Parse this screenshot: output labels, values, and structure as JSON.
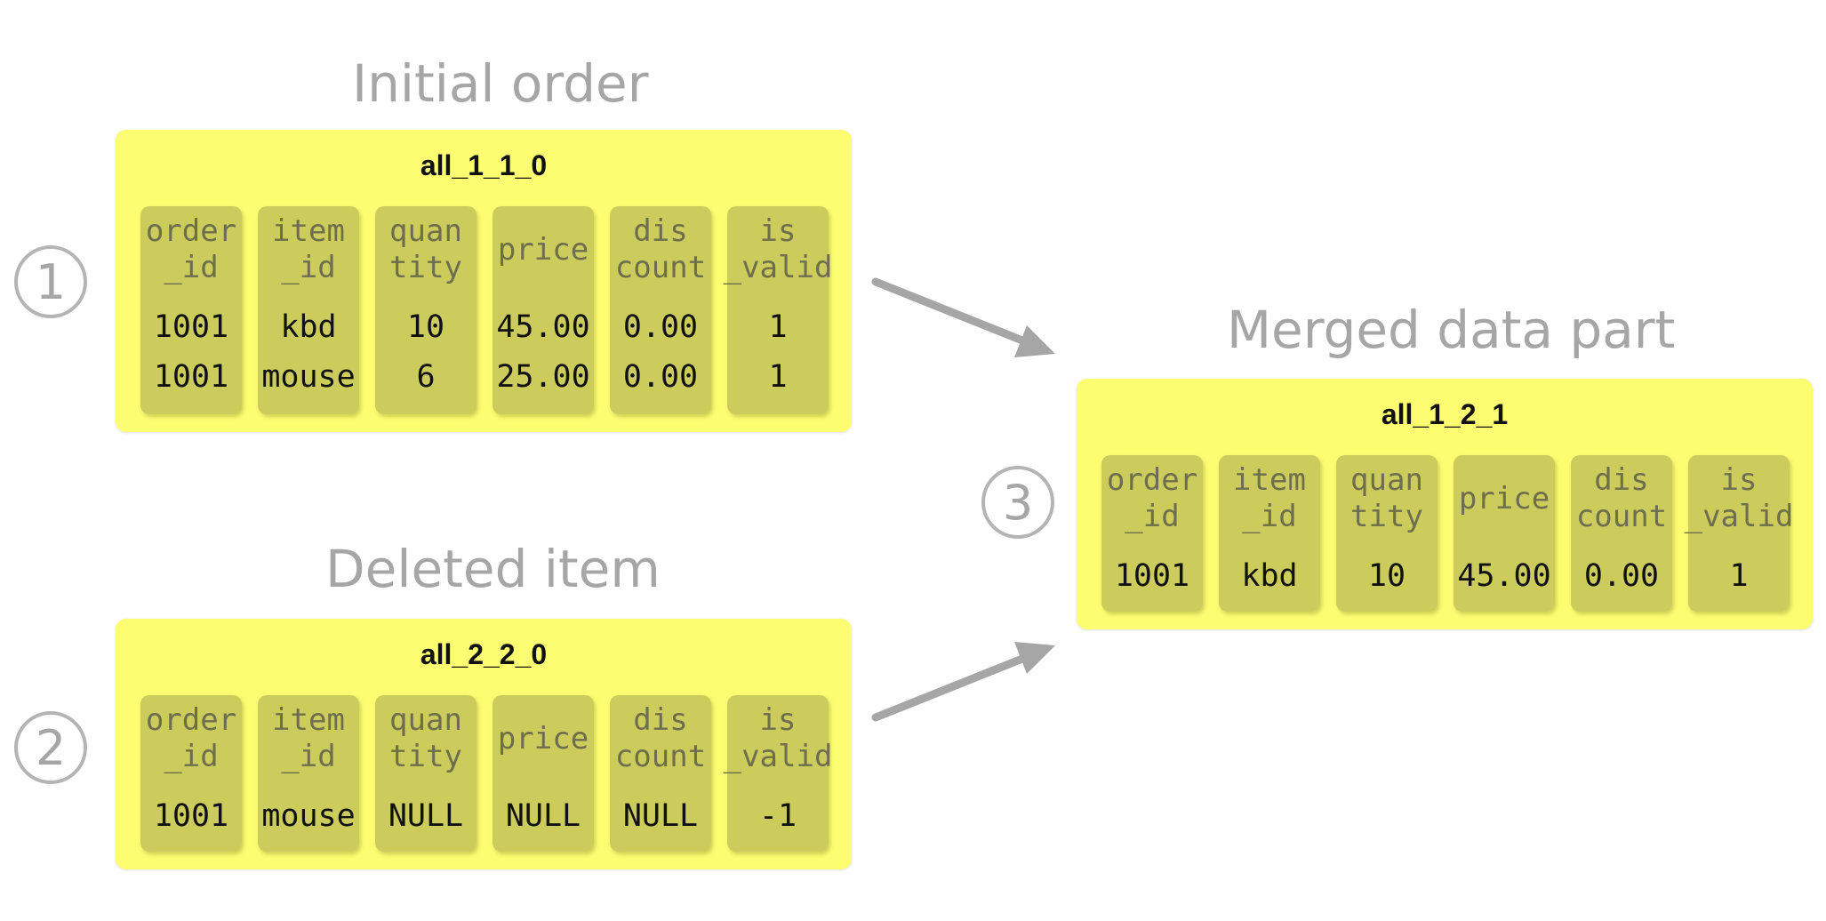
{
  "parts": [
    {
      "title": "Initial order",
      "name": "all_1_1_0",
      "step": "1",
      "columns": [
        {
          "header": "order\n_id",
          "values": [
            "1001",
            "1001"
          ]
        },
        {
          "header": "item\n_id",
          "values": [
            "kbd",
            "mouse"
          ]
        },
        {
          "header": "quan\ntity",
          "values": [
            "10",
            "6"
          ]
        },
        {
          "header": "price",
          "values": [
            "45.00",
            "25.00"
          ]
        },
        {
          "header": "dis\ncount",
          "values": [
            "0.00",
            "0.00"
          ]
        },
        {
          "header": "is\n_valid",
          "values": [
            "1",
            "1"
          ]
        }
      ]
    },
    {
      "title": "Deleted item",
      "name": "all_2_2_0",
      "step": "2",
      "columns": [
        {
          "header": "order\n_id",
          "values": [
            "1001"
          ]
        },
        {
          "header": "item\n_id",
          "values": [
            "mouse"
          ]
        },
        {
          "header": "quan\ntity",
          "values": [
            "NULL"
          ]
        },
        {
          "header": "price",
          "values": [
            "NULL"
          ]
        },
        {
          "header": "dis\ncount",
          "values": [
            "NULL"
          ]
        },
        {
          "header": "is\n_valid",
          "values": [
            "-1"
          ]
        }
      ]
    },
    {
      "title": "Merged data part",
      "name": "all_1_2_1",
      "step": "3",
      "columns": [
        {
          "header": "order\n_id",
          "values": [
            "1001"
          ]
        },
        {
          "header": "item\n_id",
          "values": [
            "kbd"
          ]
        },
        {
          "header": "quan\ntity",
          "values": [
            "10"
          ]
        },
        {
          "header": "price",
          "values": [
            "45.00"
          ]
        },
        {
          "header": "dis\ncount",
          "values": [
            "0.00"
          ]
        },
        {
          "header": "is\n_valid",
          "values": [
            "1"
          ]
        }
      ]
    }
  ],
  "colors": {
    "part_bg": "#fdfd72",
    "column_bg": "#cccc5c",
    "title_text": "#a6a6a6",
    "arrow": "#a6a6a6"
  }
}
